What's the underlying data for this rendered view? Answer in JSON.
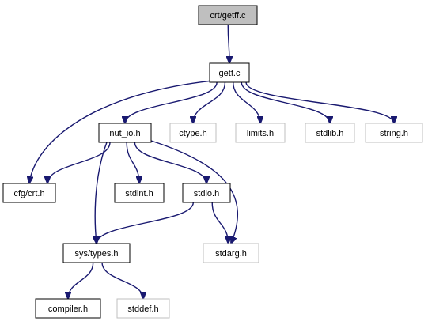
{
  "graph": {
    "nodes": [
      {
        "id": "getff",
        "label": "crt/getff.c",
        "kind": "root"
      },
      {
        "id": "getf",
        "label": "getf.c",
        "kind": "file"
      },
      {
        "id": "nut_io",
        "label": "nut_io.h",
        "kind": "file"
      },
      {
        "id": "ctype",
        "label": "ctype.h",
        "kind": "external"
      },
      {
        "id": "limits",
        "label": "limits.h",
        "kind": "external"
      },
      {
        "id": "stdlib",
        "label": "stdlib.h",
        "kind": "external"
      },
      {
        "id": "string",
        "label": "string.h",
        "kind": "external"
      },
      {
        "id": "cfg_crt",
        "label": "cfg/crt.h",
        "kind": "file"
      },
      {
        "id": "stdint",
        "label": "stdint.h",
        "kind": "file"
      },
      {
        "id": "stdio",
        "label": "stdio.h",
        "kind": "file"
      },
      {
        "id": "sys_types",
        "label": "sys/types.h",
        "kind": "file"
      },
      {
        "id": "stdarg",
        "label": "stdarg.h",
        "kind": "external"
      },
      {
        "id": "compiler",
        "label": "compiler.h",
        "kind": "file"
      },
      {
        "id": "stddef",
        "label": "stddef.h",
        "kind": "external"
      }
    ],
    "edges": [
      {
        "from": "getff",
        "to": "getf"
      },
      {
        "from": "getf",
        "to": "nut_io"
      },
      {
        "from": "getf",
        "to": "ctype"
      },
      {
        "from": "getf",
        "to": "limits"
      },
      {
        "from": "getf",
        "to": "stdlib"
      },
      {
        "from": "getf",
        "to": "string"
      },
      {
        "from": "getf",
        "to": "cfg_crt"
      },
      {
        "from": "nut_io",
        "to": "cfg_crt"
      },
      {
        "from": "nut_io",
        "to": "stdint"
      },
      {
        "from": "nut_io",
        "to": "stdio"
      },
      {
        "from": "nut_io",
        "to": "sys_types"
      },
      {
        "from": "nut_io",
        "to": "stdarg"
      },
      {
        "from": "stdio",
        "to": "sys_types"
      },
      {
        "from": "stdio",
        "to": "stdarg"
      },
      {
        "from": "sys_types",
        "to": "compiler"
      },
      {
        "from": "sys_types",
        "to": "stddef"
      }
    ],
    "colors": {
      "edge": "#191970",
      "root_fill": "#bfbfbf",
      "border": "#000000",
      "external_border": "#bfbfbf",
      "node_fill": "#ffffff",
      "text": "#000000"
    }
  }
}
